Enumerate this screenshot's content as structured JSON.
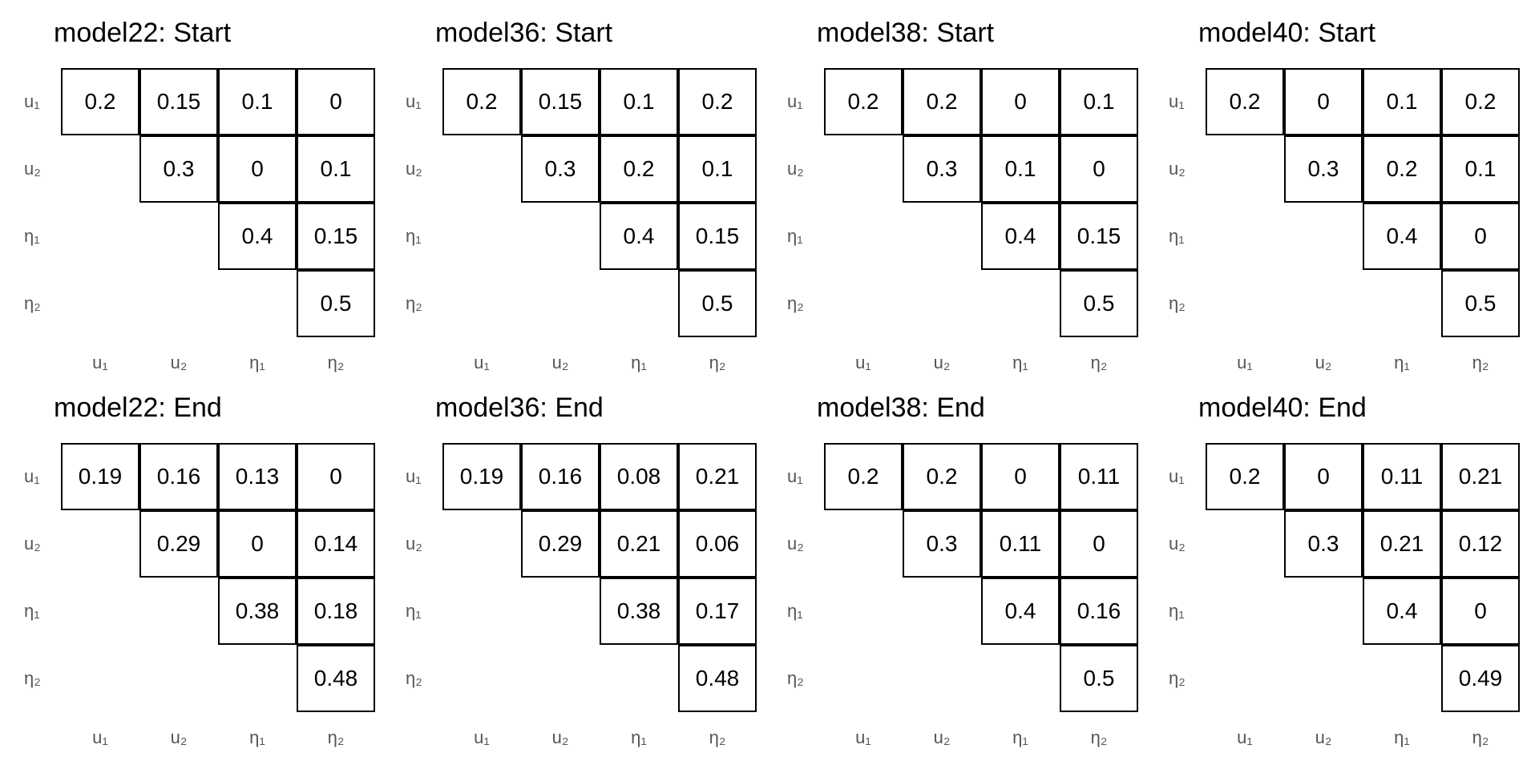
{
  "chart_data": [
    {
      "type": "table",
      "title": "model22: Start",
      "row_labels": [
        "u₁",
        "u₂",
        "η₁",
        "η₂"
      ],
      "col_labels": [
        "u₁",
        "u₂",
        "η₁",
        "η₂"
      ],
      "values": [
        [
          "0.2",
          "0.15",
          "0.1",
          "0"
        ],
        [
          null,
          "0.3",
          "0",
          "0.1"
        ],
        [
          null,
          null,
          "0.4",
          "0.15"
        ],
        [
          null,
          null,
          null,
          "0.5"
        ]
      ]
    },
    {
      "type": "table",
      "title": "model36: Start",
      "row_labels": [
        "u₁",
        "u₂",
        "η₁",
        "η₂"
      ],
      "col_labels": [
        "u₁",
        "u₂",
        "η₁",
        "η₂"
      ],
      "values": [
        [
          "0.2",
          "0.15",
          "0.1",
          "0.2"
        ],
        [
          null,
          "0.3",
          "0.2",
          "0.1"
        ],
        [
          null,
          null,
          "0.4",
          "0.15"
        ],
        [
          null,
          null,
          null,
          "0.5"
        ]
      ]
    },
    {
      "type": "table",
      "title": "model38: Start",
      "row_labels": [
        "u₁",
        "u₂",
        "η₁",
        "η₂"
      ],
      "col_labels": [
        "u₁",
        "u₂",
        "η₁",
        "η₂"
      ],
      "values": [
        [
          "0.2",
          "0.2",
          "0",
          "0.1"
        ],
        [
          null,
          "0.3",
          "0.1",
          "0"
        ],
        [
          null,
          null,
          "0.4",
          "0.15"
        ],
        [
          null,
          null,
          null,
          "0.5"
        ]
      ]
    },
    {
      "type": "table",
      "title": "model40: Start",
      "row_labels": [
        "u₁",
        "u₂",
        "η₁",
        "η₂"
      ],
      "col_labels": [
        "u₁",
        "u₂",
        "η₁",
        "η₂"
      ],
      "values": [
        [
          "0.2",
          "0",
          "0.1",
          "0.2"
        ],
        [
          null,
          "0.3",
          "0.2",
          "0.1"
        ],
        [
          null,
          null,
          "0.4",
          "0"
        ],
        [
          null,
          null,
          null,
          "0.5"
        ]
      ]
    },
    {
      "type": "table",
      "title": "model22: End",
      "row_labels": [
        "u₁",
        "u₂",
        "η₁",
        "η₂"
      ],
      "col_labels": [
        "u₁",
        "u₂",
        "η₁",
        "η₂"
      ],
      "values": [
        [
          "0.19",
          "0.16",
          "0.13",
          "0"
        ],
        [
          null,
          "0.29",
          "0",
          "0.14"
        ],
        [
          null,
          null,
          "0.38",
          "0.18"
        ],
        [
          null,
          null,
          null,
          "0.48"
        ]
      ]
    },
    {
      "type": "table",
      "title": "model36: End",
      "row_labels": [
        "u₁",
        "u₂",
        "η₁",
        "η₂"
      ],
      "col_labels": [
        "u₁",
        "u₂",
        "η₁",
        "η₂"
      ],
      "values": [
        [
          "0.19",
          "0.16",
          "0.08",
          "0.21"
        ],
        [
          null,
          "0.29",
          "0.21",
          "0.06"
        ],
        [
          null,
          null,
          "0.38",
          "0.17"
        ],
        [
          null,
          null,
          null,
          "0.48"
        ]
      ]
    },
    {
      "type": "table",
      "title": "model38: End",
      "row_labels": [
        "u₁",
        "u₂",
        "η₁",
        "η₂"
      ],
      "col_labels": [
        "u₁",
        "u₂",
        "η₁",
        "η₂"
      ],
      "values": [
        [
          "0.2",
          "0.2",
          "0",
          "0.11"
        ],
        [
          null,
          "0.3",
          "0.11",
          "0"
        ],
        [
          null,
          null,
          "0.4",
          "0.16"
        ],
        [
          null,
          null,
          null,
          "0.5"
        ]
      ]
    },
    {
      "type": "table",
      "title": "model40: End",
      "row_labels": [
        "u₁",
        "u₂",
        "η₁",
        "η₂"
      ],
      "col_labels": [
        "u₁",
        "u₂",
        "η₁",
        "η₂"
      ],
      "values": [
        [
          "0.2",
          "0",
          "0.11",
          "0.21"
        ],
        [
          null,
          "0.3",
          "0.21",
          "0.12"
        ],
        [
          null,
          null,
          "0.4",
          "0"
        ],
        [
          null,
          null,
          null,
          "0.49"
        ]
      ]
    }
  ]
}
